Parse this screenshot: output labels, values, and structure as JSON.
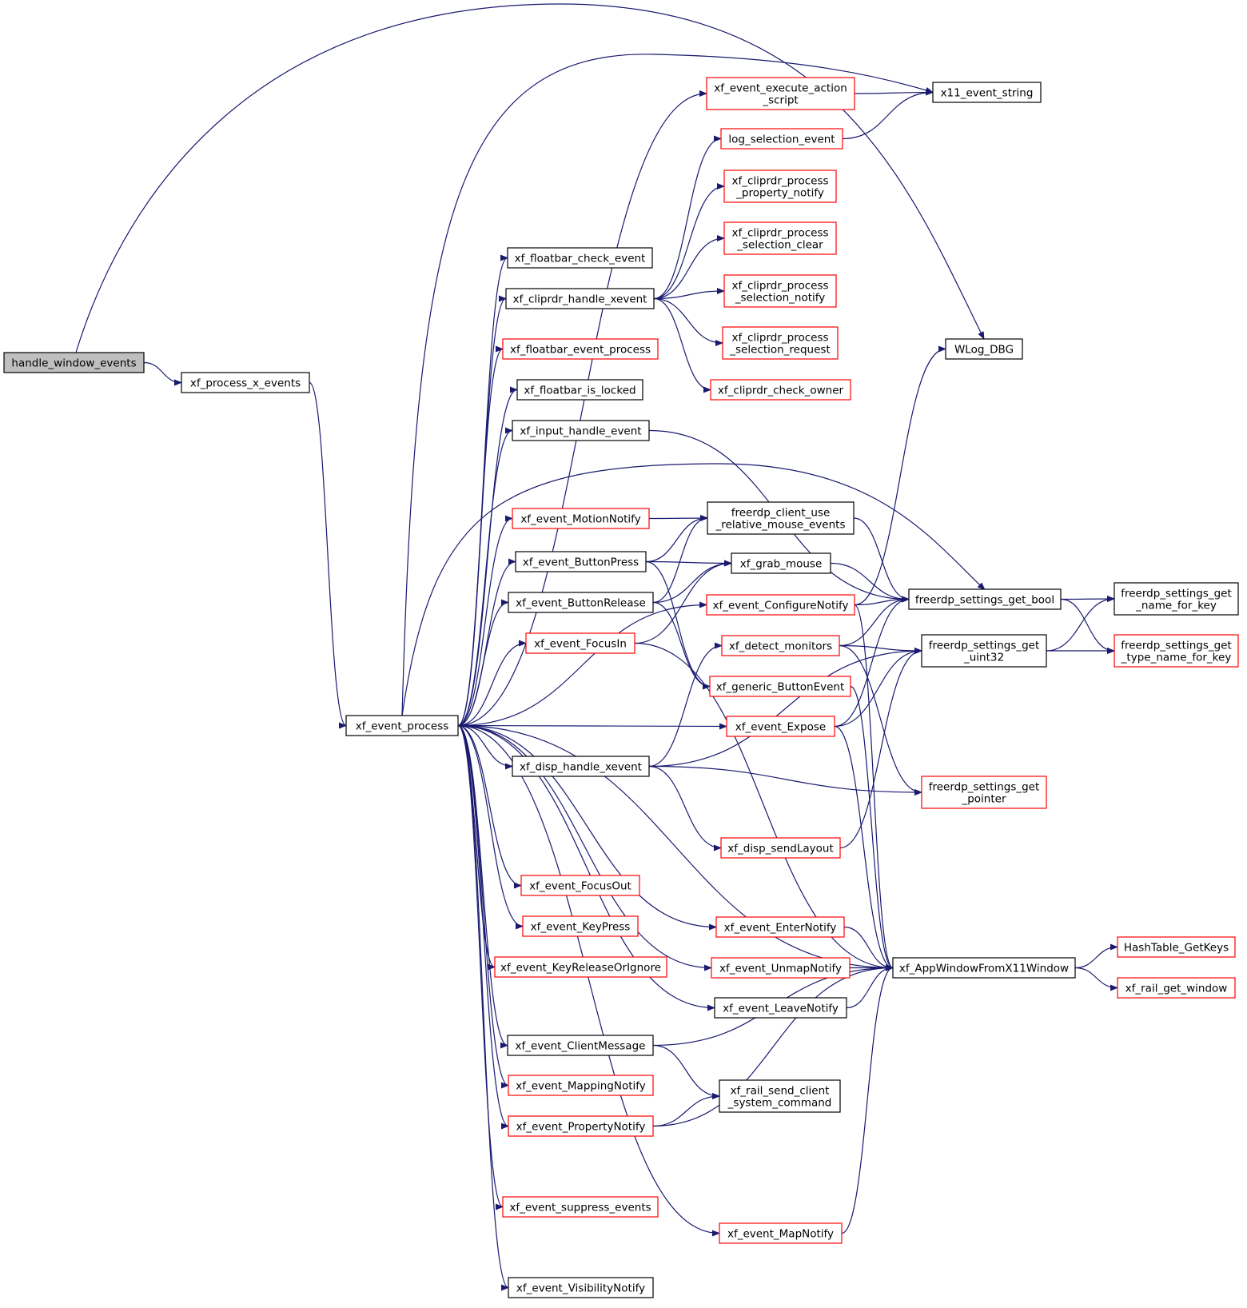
{
  "colors": {
    "edge": "#191970",
    "node_border_black": "#000000",
    "node_border_red": "#ff0000",
    "root_fill": "#bfbfbf",
    "node_fill": "#ffffff"
  },
  "nodes": {
    "handle_window_events": {
      "lines": [
        "handle_window_events"
      ],
      "border": "root"
    },
    "xf_process_x_events": {
      "lines": [
        "xf_process_x_events"
      ],
      "border": "black"
    },
    "xf_event_process": {
      "lines": [
        "xf_event_process"
      ],
      "border": "black"
    },
    "xf_event_execute_action_script": {
      "lines": [
        "xf_event_execute_action",
        "_script"
      ],
      "border": "red"
    },
    "x11_event_string": {
      "lines": [
        "x11_event_string"
      ],
      "border": "black"
    },
    "log_selection_event": {
      "lines": [
        "log_selection_event"
      ],
      "border": "red"
    },
    "xf_cliprdr_process_property_notify": {
      "lines": [
        "xf_cliprdr_process",
        "_property_notify"
      ],
      "border": "red"
    },
    "xf_cliprdr_process_selection_clear": {
      "lines": [
        "xf_cliprdr_process",
        "_selection_clear"
      ],
      "border": "red"
    },
    "xf_floatbar_check_event": {
      "lines": [
        "xf_floatbar_check_event"
      ],
      "border": "black"
    },
    "xf_cliprdr_handle_xevent": {
      "lines": [
        "xf_cliprdr_handle_xevent"
      ],
      "border": "black"
    },
    "xf_cliprdr_process_selection_notify": {
      "lines": [
        "xf_cliprdr_process",
        "_selection_notify"
      ],
      "border": "red"
    },
    "xf_cliprdr_process_selection_request": {
      "lines": [
        "xf_cliprdr_process",
        "_selection_request"
      ],
      "border": "red"
    },
    "WLog_DBG": {
      "lines": [
        "WLog_DBG"
      ],
      "border": "black"
    },
    "xf_floatbar_event_process": {
      "lines": [
        "xf_floatbar_event_process"
      ],
      "border": "red"
    },
    "xf_cliprdr_check_owner": {
      "lines": [
        "xf_cliprdr_check_owner"
      ],
      "border": "red"
    },
    "xf_floatbar_is_locked": {
      "lines": [
        "xf_floatbar_is_locked"
      ],
      "border": "black"
    },
    "xf_input_handle_event": {
      "lines": [
        "xf_input_handle_event"
      ],
      "border": "black"
    },
    "xf_event_MotionNotify": {
      "lines": [
        "xf_event_MotionNotify"
      ],
      "border": "red"
    },
    "freerdp_client_use_relative_mouse_events": {
      "lines": [
        "freerdp_client_use",
        "_relative_mouse_events"
      ],
      "border": "black"
    },
    "xf_event_ButtonPress": {
      "lines": [
        "xf_event_ButtonPress"
      ],
      "border": "black"
    },
    "xf_grab_mouse": {
      "lines": [
        "xf_grab_mouse"
      ],
      "border": "black"
    },
    "freerdp_settings_get_name_for_key": {
      "lines": [
        "freerdp_settings_get",
        "_name_for_key"
      ],
      "border": "black"
    },
    "xf_event_ButtonRelease": {
      "lines": [
        "xf_event_ButtonRelease"
      ],
      "border": "black"
    },
    "xf_event_ConfigureNotify": {
      "lines": [
        "xf_event_ConfigureNotify"
      ],
      "border": "red"
    },
    "freerdp_settings_get_bool": {
      "lines": [
        "freerdp_settings_get_bool"
      ],
      "border": "black"
    },
    "xf_event_FocusIn": {
      "lines": [
        "xf_event_FocusIn"
      ],
      "border": "red"
    },
    "xf_detect_monitors": {
      "lines": [
        "xf_detect_monitors"
      ],
      "border": "red"
    },
    "freerdp_settings_get_uint32": {
      "lines": [
        "freerdp_settings_get",
        "_uint32"
      ],
      "border": "black"
    },
    "freerdp_settings_get_type_name_for_key": {
      "lines": [
        "freerdp_settings_get",
        "_type_name_for_key"
      ],
      "border": "red"
    },
    "xf_generic_ButtonEvent": {
      "lines": [
        "xf_generic_ButtonEvent"
      ],
      "border": "red"
    },
    "xf_event_Expose": {
      "lines": [
        "xf_event_Expose"
      ],
      "border": "red"
    },
    "xf_disp_handle_xevent": {
      "lines": [
        "xf_disp_handle_xevent"
      ],
      "border": "black"
    },
    "freerdp_settings_get_pointer": {
      "lines": [
        "freerdp_settings_get",
        "_pointer"
      ],
      "border": "red"
    },
    "xf_disp_sendLayout": {
      "lines": [
        "xf_disp_sendLayout"
      ],
      "border": "red"
    },
    "xf_event_FocusOut": {
      "lines": [
        "xf_event_FocusOut"
      ],
      "border": "red"
    },
    "xf_event_KeyPress": {
      "lines": [
        "xf_event_KeyPress"
      ],
      "border": "red"
    },
    "xf_event_EnterNotify": {
      "lines": [
        "xf_event_EnterNotify"
      ],
      "border": "red"
    },
    "HashTable_GetKeys": {
      "lines": [
        "HashTable_GetKeys"
      ],
      "border": "red"
    },
    "xf_event_KeyReleaseOrIgnore": {
      "lines": [
        "xf_event_KeyReleaseOrIgnore"
      ],
      "border": "red"
    },
    "xf_event_UnmapNotify": {
      "lines": [
        "xf_event_UnmapNotify"
      ],
      "border": "red"
    },
    "xf_AppWindowFromX11Window": {
      "lines": [
        "xf_AppWindowFromX11Window"
      ],
      "border": "black"
    },
    "xf_rail_get_window": {
      "lines": [
        "xf_rail_get_window"
      ],
      "border": "red"
    },
    "xf_event_LeaveNotify": {
      "lines": [
        "xf_event_LeaveNotify"
      ],
      "border": "black"
    },
    "xf_event_ClientMessage": {
      "lines": [
        "xf_event_ClientMessage"
      ],
      "border": "black"
    },
    "xf_event_MappingNotify": {
      "lines": [
        "xf_event_MappingNotify"
      ],
      "border": "red"
    },
    "xf_rail_send_client_system_command": {
      "lines": [
        "xf_rail_send_client",
        "_system_command"
      ],
      "border": "black"
    },
    "xf_event_PropertyNotify": {
      "lines": [
        "xf_event_PropertyNotify"
      ],
      "border": "red"
    },
    "xf_event_suppress_events": {
      "lines": [
        "xf_event_suppress_events"
      ],
      "border": "red"
    },
    "xf_event_MapNotify": {
      "lines": [
        "xf_event_MapNotify"
      ],
      "border": "red"
    },
    "xf_event_VisibilityNotify": {
      "lines": [
        "xf_event_VisibilityNotify"
      ],
      "border": "black"
    }
  },
  "edges": [
    [
      "handle_window_events",
      "xf_process_x_events"
    ],
    [
      "handle_window_events",
      "WLog_DBG"
    ],
    [
      "xf_process_x_events",
      "xf_event_process"
    ],
    [
      "xf_event_process",
      "xf_event_execute_action_script"
    ],
    [
      "xf_event_process",
      "x11_event_string"
    ],
    [
      "xf_event_process",
      "xf_floatbar_check_event"
    ],
    [
      "xf_event_process",
      "xf_cliprdr_handle_xevent"
    ],
    [
      "xf_event_process",
      "xf_floatbar_event_process"
    ],
    [
      "xf_event_process",
      "xf_floatbar_is_locked"
    ],
    [
      "xf_event_process",
      "xf_input_handle_event"
    ],
    [
      "xf_event_process",
      "freerdp_settings_get_bool"
    ],
    [
      "xf_event_process",
      "xf_event_MotionNotify"
    ],
    [
      "xf_event_process",
      "xf_event_ButtonPress"
    ],
    [
      "xf_event_process",
      "xf_event_ButtonRelease"
    ],
    [
      "xf_event_process",
      "xf_event_FocusIn"
    ],
    [
      "xf_event_process",
      "xf_event_ConfigureNotify"
    ],
    [
      "xf_event_process",
      "xf_event_Expose"
    ],
    [
      "xf_event_process",
      "xf_disp_handle_xevent"
    ],
    [
      "xf_event_process",
      "xf_event_FocusOut"
    ],
    [
      "xf_event_process",
      "xf_event_KeyPress"
    ],
    [
      "xf_event_process",
      "xf_event_KeyReleaseOrIgnore"
    ],
    [
      "xf_event_process",
      "xf_event_EnterNotify"
    ],
    [
      "xf_event_process",
      "xf_event_UnmapNotify"
    ],
    [
      "xf_event_process",
      "xf_event_LeaveNotify"
    ],
    [
      "xf_event_process",
      "xf_event_ClientMessage"
    ],
    [
      "xf_event_process",
      "xf_event_MappingNotify"
    ],
    [
      "xf_event_process",
      "xf_event_PropertyNotify"
    ],
    [
      "xf_event_process",
      "xf_AppWindowFromX11Window"
    ],
    [
      "xf_event_process",
      "xf_event_suppress_events"
    ],
    [
      "xf_event_process",
      "xf_event_MapNotify"
    ],
    [
      "xf_event_process",
      "xf_event_VisibilityNotify"
    ],
    [
      "xf_event_execute_action_script",
      "x11_event_string"
    ],
    [
      "log_selection_event",
      "x11_event_string"
    ],
    [
      "xf_cliprdr_handle_xevent",
      "log_selection_event"
    ],
    [
      "xf_cliprdr_handle_xevent",
      "xf_cliprdr_process_property_notify"
    ],
    [
      "xf_cliprdr_handle_xevent",
      "xf_cliprdr_process_selection_clear"
    ],
    [
      "xf_cliprdr_handle_xevent",
      "xf_cliprdr_process_selection_notify"
    ],
    [
      "xf_cliprdr_handle_xevent",
      "xf_cliprdr_process_selection_request"
    ],
    [
      "xf_cliprdr_handle_xevent",
      "xf_cliprdr_check_owner"
    ],
    [
      "xf_input_handle_event",
      "freerdp_settings_get_bool"
    ],
    [
      "xf_event_MotionNotify",
      "freerdp_client_use_relative_mouse_events"
    ],
    [
      "freerdp_client_use_relative_mouse_events",
      "freerdp_settings_get_bool"
    ],
    [
      "xf_event_ButtonPress",
      "freerdp_client_use_relative_mouse_events"
    ],
    [
      "xf_event_ButtonPress",
      "xf_grab_mouse"
    ],
    [
      "xf_event_ButtonPress",
      "xf_generic_ButtonEvent"
    ],
    [
      "xf_event_ButtonRelease",
      "freerdp_client_use_relative_mouse_events"
    ],
    [
      "xf_event_ButtonRelease",
      "xf_grab_mouse"
    ],
    [
      "xf_event_ButtonRelease",
      "xf_generic_ButtonEvent"
    ],
    [
      "xf_event_FocusIn",
      "xf_grab_mouse"
    ],
    [
      "xf_event_FocusIn",
      "xf_AppWindowFromX11Window"
    ],
    [
      "xf_grab_mouse",
      "freerdp_settings_get_bool"
    ],
    [
      "xf_event_ConfigureNotify",
      "WLog_DBG"
    ],
    [
      "xf_event_ConfigureNotify",
      "freerdp_settings_get_bool"
    ],
    [
      "xf_event_ConfigureNotify",
      "xf_AppWindowFromX11Window"
    ],
    [
      "freerdp_settings_get_bool",
      "freerdp_settings_get_name_for_key"
    ],
    [
      "freerdp_settings_get_bool",
      "freerdp_settings_get_type_name_for_key"
    ],
    [
      "xf_detect_monitors",
      "freerdp_settings_get_bool"
    ],
    [
      "xf_detect_monitors",
      "freerdp_settings_get_uint32"
    ],
    [
      "xf_detect_monitors",
      "freerdp_settings_get_pointer"
    ],
    [
      "freerdp_settings_get_uint32",
      "freerdp_settings_get_name_for_key"
    ],
    [
      "freerdp_settings_get_uint32",
      "freerdp_settings_get_type_name_for_key"
    ],
    [
      "xf_generic_ButtonEvent",
      "xf_AppWindowFromX11Window"
    ],
    [
      "xf_event_Expose",
      "freerdp_settings_get_bool"
    ],
    [
      "xf_event_Expose",
      "freerdp_settings_get_uint32"
    ],
    [
      "xf_event_Expose",
      "xf_AppWindowFromX11Window"
    ],
    [
      "xf_disp_handle_xevent",
      "xf_detect_monitors"
    ],
    [
      "xf_disp_handle_xevent",
      "freerdp_settings_get_uint32"
    ],
    [
      "xf_disp_handle_xevent",
      "freerdp_settings_get_pointer"
    ],
    [
      "xf_disp_handle_xevent",
      "xf_disp_sendLayout"
    ],
    [
      "xf_disp_sendLayout",
      "freerdp_settings_get_uint32"
    ],
    [
      "xf_event_EnterNotify",
      "xf_AppWindowFromX11Window"
    ],
    [
      "xf_event_UnmapNotify",
      "xf_AppWindowFromX11Window"
    ],
    [
      "xf_AppWindowFromX11Window",
      "HashTable_GetKeys"
    ],
    [
      "xf_AppWindowFromX11Window",
      "xf_rail_get_window"
    ],
    [
      "xf_event_LeaveNotify",
      "xf_AppWindowFromX11Window"
    ],
    [
      "xf_event_ClientMessage",
      "xf_AppWindowFromX11Window"
    ],
    [
      "xf_event_ClientMessage",
      "xf_rail_send_client_system_command"
    ],
    [
      "xf_event_PropertyNotify",
      "xf_rail_send_client_system_command"
    ],
    [
      "xf_event_PropertyNotify",
      "xf_AppWindowFromX11Window"
    ],
    [
      "xf_event_MapNotify",
      "xf_AppWindowFromX11Window"
    ]
  ]
}
